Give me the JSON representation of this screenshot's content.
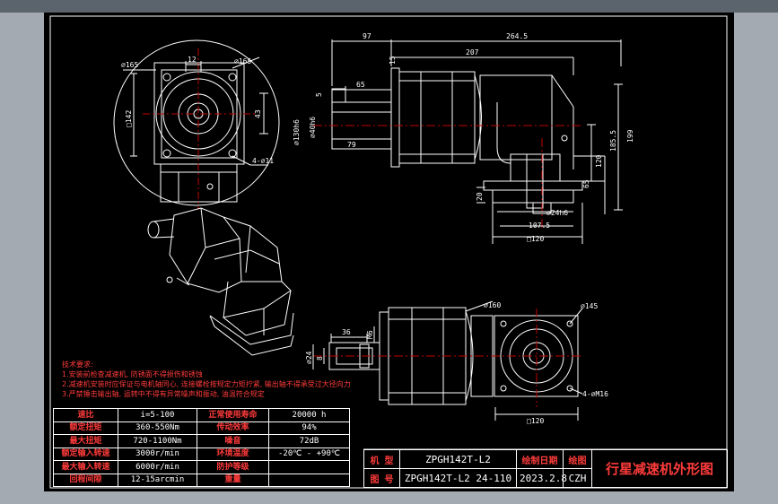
{
  "views": {
    "front": {
      "dims": {
        "d165_left": "⌀165",
        "dim12": "12",
        "d165_right": "⌀165",
        "sq142": "□142",
        "dim43": "43",
        "holes": "4-⌀11"
      }
    },
    "side": {
      "dims": {
        "d97": "97",
        "d264": "264.5",
        "d207": "207",
        "d15": "15",
        "d65": "65",
        "d5": "5",
        "d130": "⌀130h6",
        "d40": "⌀40h6",
        "d79": "79",
        "d185": "185.5",
        "d199": "199",
        "d120": "120",
        "d65b": "65",
        "d20": "20",
        "d107": "107.5",
        "d24": "⌀24h6",
        "sq120": "□120"
      }
    },
    "bottom": {
      "dims": {
        "d160": "⌀160",
        "d145": "⌀145",
        "d36": "36",
        "m6": "M6",
        "d24b": "⌀24",
        "d8": "8",
        "holes": "4-⌀M16",
        "sq120": "□120"
      }
    }
  },
  "notes": {
    "lines": [
      "技术要求:",
      "1.安装前检查减速机, 防锈面不得损伤和锈蚀",
      "2.减速机安装时应保证与电机轴同心, 连接螺栓按规定力矩拧紧, 输出轴不得承受过大径向力",
      "3.严禁锤击输出轴, 运转中不得有异常噪声和振动, 油温符合规定"
    ]
  },
  "specs": {
    "rows": [
      [
        "速比",
        "i=5-100",
        "正常使用寿命",
        "20000 h"
      ],
      [
        "额定扭矩",
        "360-550Nm",
        "传动效率",
        "94%"
      ],
      [
        "最大扭矩",
        "720-1100Nm",
        "噪音",
        "72dB"
      ],
      [
        "额定输入转速",
        "3000r/min",
        "环境温度",
        "-20℃ - +90℃"
      ],
      [
        "最大输入转速",
        "6000r/min",
        "防护等级",
        ""
      ],
      [
        "回程间隙",
        "12-15arcmin",
        "重量",
        ""
      ]
    ]
  },
  "titleblock": {
    "r1_label": "机 型",
    "r1_value": "ZPGH142T-L2",
    "r1_label2": "绘制日期",
    "r1_label3": "绘图",
    "r2_label": "图 号",
    "r2_value": "ZPGH142T-L2 24-110",
    "r2_date": "2023.2.8",
    "r2_author": "CZH",
    "title": "行星减速机外形图"
  },
  "colors": {
    "background": "#000000",
    "line": "#ffffff",
    "accent": "#ff3b3b",
    "center": "#c00000"
  }
}
